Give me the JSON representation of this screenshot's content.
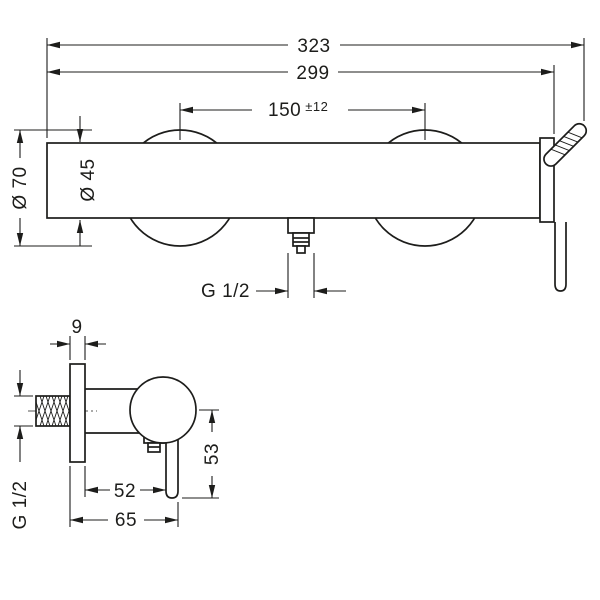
{
  "colors": {
    "background": "#ffffff",
    "line": "#1d1d1b"
  },
  "front_view": {
    "dim_overall_width": "323",
    "dim_body_width": "299",
    "dim_connection_centers": "150",
    "dim_connection_tolerance": "±12",
    "dim_escutcheon_diameter": "Ø 70",
    "dim_body_diameter": "Ø 45",
    "dim_outlet_thread": "G 1/2"
  },
  "side_view": {
    "dim_escutcheon_depth": "9",
    "dim_inlet_thread": "G 1/2",
    "dim_depth_to_lever_front": "52",
    "dim_total_depth": "65",
    "dim_lever_drop": "53"
  }
}
